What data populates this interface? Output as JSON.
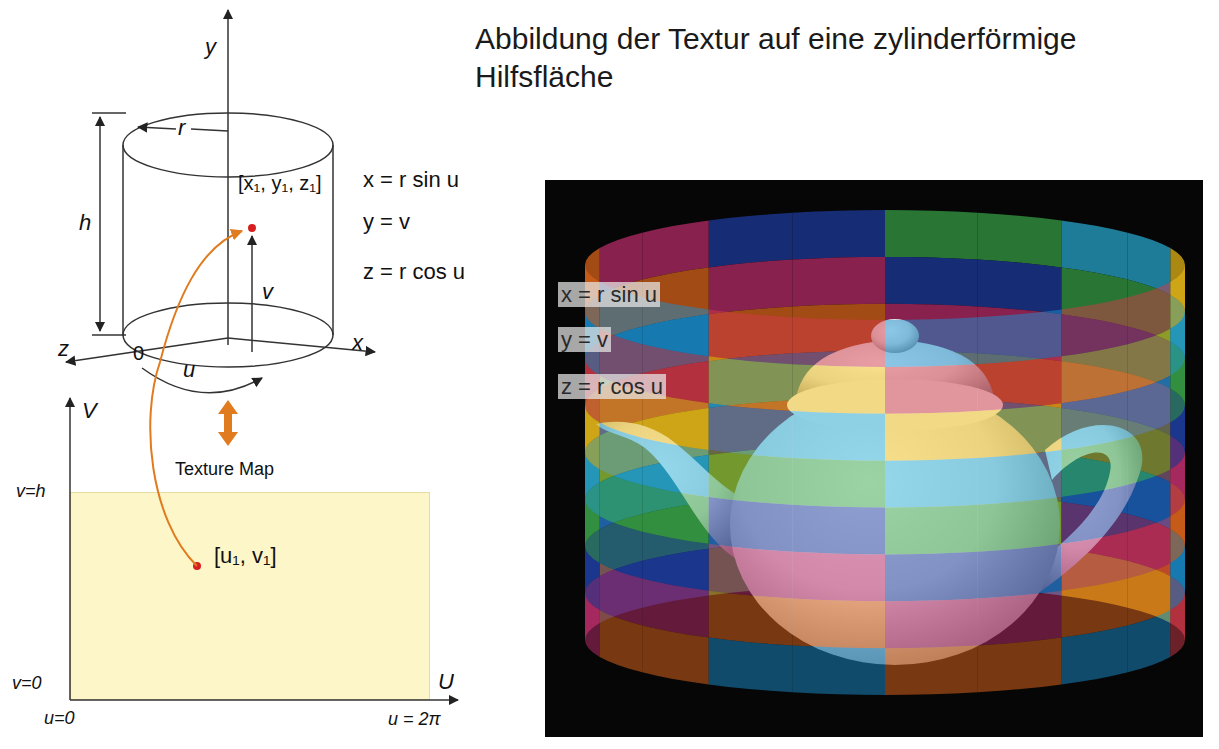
{
  "diagram": {
    "title": "Abbildung der Textur auf eine zylinderförmige Hilfsfläche",
    "nodes": [
      {
        "text": [
          "[u₁, v₁]"
        ]
      }
    ],
    "labels": [
      "y",
      "r",
      "h",
      "[x₁, y₁, z₁]",
      "v",
      "z",
      "0",
      "u",
      "x",
      "x = r sin u",
      "y = v",
      "z = r cos u",
      "Texture Map",
      "V",
      "v=h",
      "v=0",
      "u=0",
      "U",
      "u = 2π",
      "x = r sin u",
      "y = v",
      "z = r cos u"
    ]
  }
}
